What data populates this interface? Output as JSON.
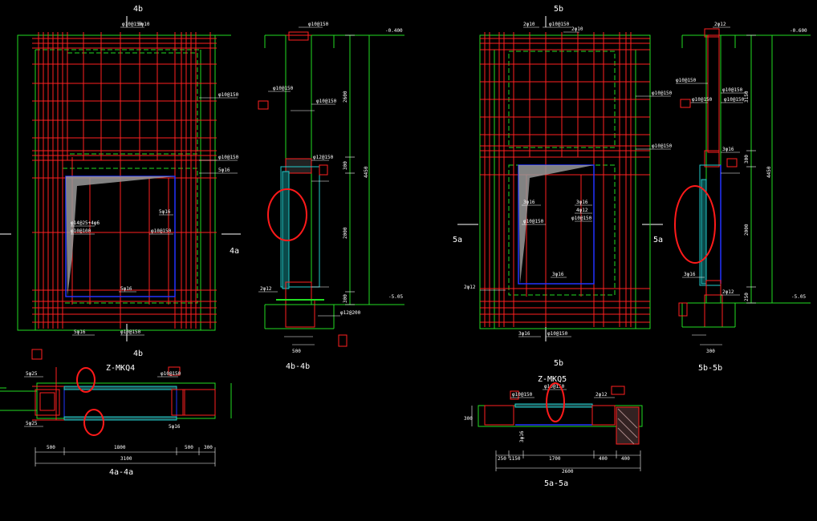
{
  "colors": {
    "background": "#000000",
    "outline": "#22dd22",
    "rebar": "#ff2020",
    "opening": "#2233ff",
    "dim": "#ffffff",
    "highlight": "#ff1a1a",
    "hatch": "#aaaaaa",
    "cyan": "#22cccc"
  },
  "left": {
    "elev_label_top": "4b",
    "elev_label_bottom": "4b",
    "side_label": "4a",
    "rebar_top_1": "φ10@150",
    "rebar_top_2": "5φ10",
    "rebar_right_1": "φ10@150",
    "rebar_right_2": "φ10@150",
    "rebar_right_3": "5φ16",
    "opening_label_1": "φ14@25+4φ6",
    "opening_label_2": "φ10@100",
    "opening_label_3": "5φ16",
    "opening_label_4": "φ10@150",
    "opening_label_5": "5φ16",
    "bottom_rebar_1": "5φ16",
    "bottom_rebar_2": "φ10@150",
    "section_title": "4b-4b",
    "section_level_top": "-0.400",
    "section_level_bottom": "-5.05",
    "section_dim_1": "2600",
    "section_dim_2": "300",
    "section_dim_3": "4450",
    "section_dim_4": "2000",
    "section_dim_5": "300",
    "section_width": "500",
    "section_rebar_1": "φ10@150",
    "section_rebar_2": "φ10@150",
    "section_rebar_3": "φ10@150",
    "section_rebar_4": "φ12@150",
    "section_rebar_5": "φ12@200",
    "section_rebar_6": "2φ12",
    "plan_title": "Z-MKQ4",
    "plan_section": "4a-4a",
    "plan_dim_1": "500",
    "plan_dim_2": "1800",
    "plan_dim_3": "500",
    "plan_dim_4": "300",
    "plan_dim_total": "3100",
    "plan_rebar_1": "5φ25",
    "plan_rebar_2": "5φ25",
    "plan_rebar_3": "φ10@150",
    "plan_rebar_4": "5φ16"
  },
  "right": {
    "elev_label_top": "5b",
    "elev_label_bottom": "5b",
    "side_label_left": "5a",
    "side_label_right": "5a",
    "rebar_top_1": "2φ10",
    "rebar_top_2": "φ10@150",
    "rebar_top_3": "2φ10",
    "rebar_right_1": "φ10@150",
    "rebar_right_2": "φ10@150",
    "opening_label_1": "3φ16",
    "opening_label_2": "φ10@150",
    "opening_label_3": "3φ16",
    "opening_label_4": "4φ12",
    "opening_label_5": "φ10@150",
    "opening_label_6": "3φ16",
    "left_rebar": "2φ12",
    "bottom_rebar_1": "3φ16",
    "bottom_rebar_2": "φ10@150",
    "section_title": "5b-5b",
    "section_level_top": "-0.600",
    "section_level_bottom": "-5.05",
    "section_dim_1": "3150",
    "section_dim_2": "300",
    "section_dim_3": "4450",
    "section_dim_4": "2000",
    "section_dim_5": "250",
    "section_width": "300",
    "section_rebar_1": "2φ12",
    "section_rebar_2": "φ10@150",
    "section_rebar_3": "φ10@150",
    "section_rebar_4": "φ10@150",
    "section_rebar_5": "φ10@150",
    "section_rebar_6": "3φ16",
    "section_rebar_7": "2φ12",
    "section_rebar_8": "3φ16",
    "plan_title": "Z-MKQ5",
    "plan_section": "5a-5a",
    "plan_dim_1": "250",
    "plan_dim_2": "1150",
    "plan_dim_3": "1700",
    "plan_dim_4": "400",
    "plan_dim_5": "400",
    "plan_dim_total": "2600",
    "plan_dim_side": "300",
    "plan_rebar_1": "φ10@150",
    "plan_rebar_2": "φ10@150",
    "plan_rebar_3": "2φ12",
    "plan_rebar_4": "3φ16"
  }
}
